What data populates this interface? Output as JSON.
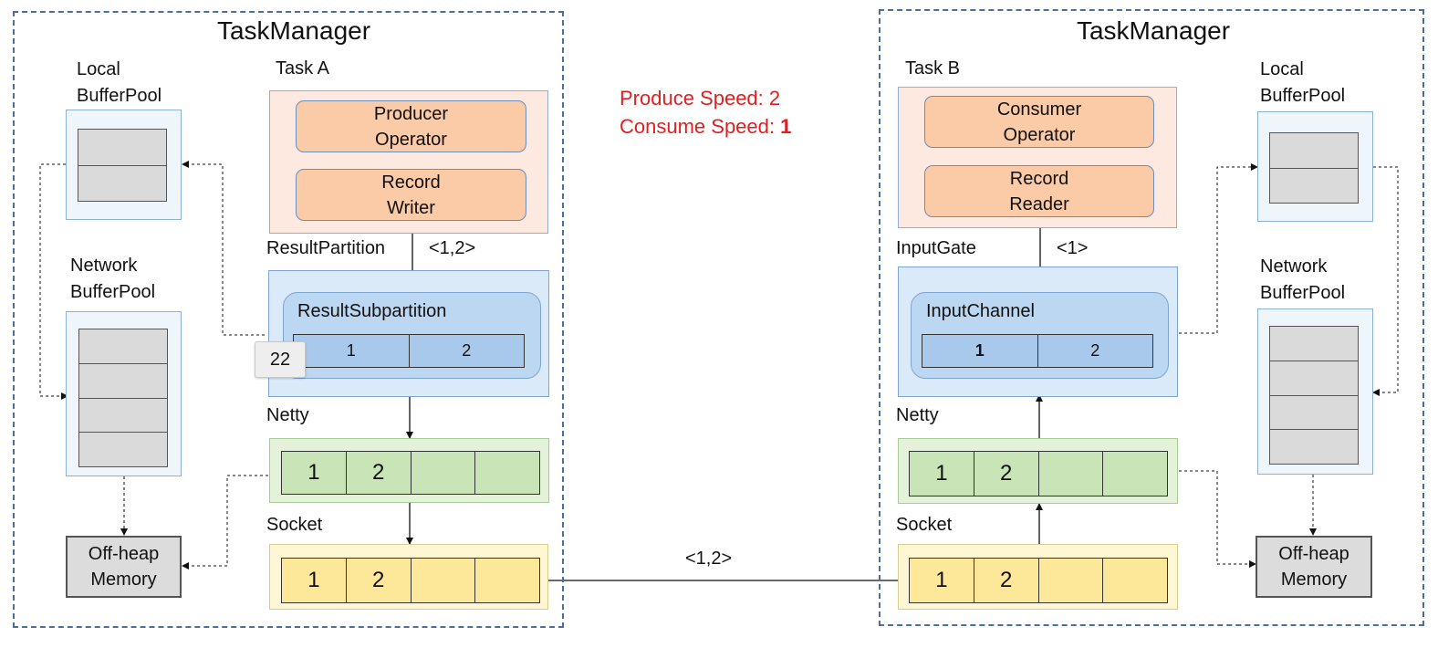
{
  "left": {
    "title": "TaskManager",
    "local_pool_label": [
      "Local",
      "BufferPool"
    ],
    "network_pool_label": [
      "Network",
      "BufferPool"
    ],
    "offheap_label": [
      "Off-heap",
      "Memory"
    ],
    "task_label": "Task A",
    "operator": [
      "Producer",
      "Operator"
    ],
    "record": [
      "Record",
      "Writer"
    ],
    "partition_label": "ResultPartition",
    "partition_tag": "<1,2>",
    "subpartition_label": "ResultSubpartition",
    "subpartition_slots": [
      "1",
      "2"
    ],
    "netty_label": "Netty",
    "netty_slots": [
      "1",
      "2",
      "",
      ""
    ],
    "socket_label": "Socket",
    "socket_slots": [
      "1",
      "2",
      "",
      ""
    ],
    "badge": "22"
  },
  "right": {
    "title": "TaskManager",
    "local_pool_label": [
      "Local",
      "BufferPool"
    ],
    "network_pool_label": [
      "Network",
      "BufferPool"
    ],
    "offheap_label": [
      "Off-heap",
      "Memory"
    ],
    "task_label": "Task B",
    "operator": [
      "Consumer",
      "Operator"
    ],
    "record": [
      "Record",
      "Reader"
    ],
    "gate_label": "InputGate",
    "gate_tag": "<1>",
    "channel_label": "InputChannel",
    "channel_slots": [
      "1",
      "2"
    ],
    "netty_label": "Netty",
    "netty_slots": [
      "1",
      "2",
      "",
      ""
    ],
    "socket_label": "Socket",
    "socket_slots": [
      "1",
      "2",
      "",
      ""
    ]
  },
  "speed": {
    "produce": "Produce Speed: 2",
    "consume_prefix": "Consume Speed: ",
    "consume_value": "1"
  },
  "transfer_tag": "<1,2>",
  "colors": {
    "frame": "#4a6f9c",
    "speed_text": "#e02020",
    "operator": "#fbcaa6",
    "netty": "#c9e5b8",
    "socket": "#fde89a"
  }
}
